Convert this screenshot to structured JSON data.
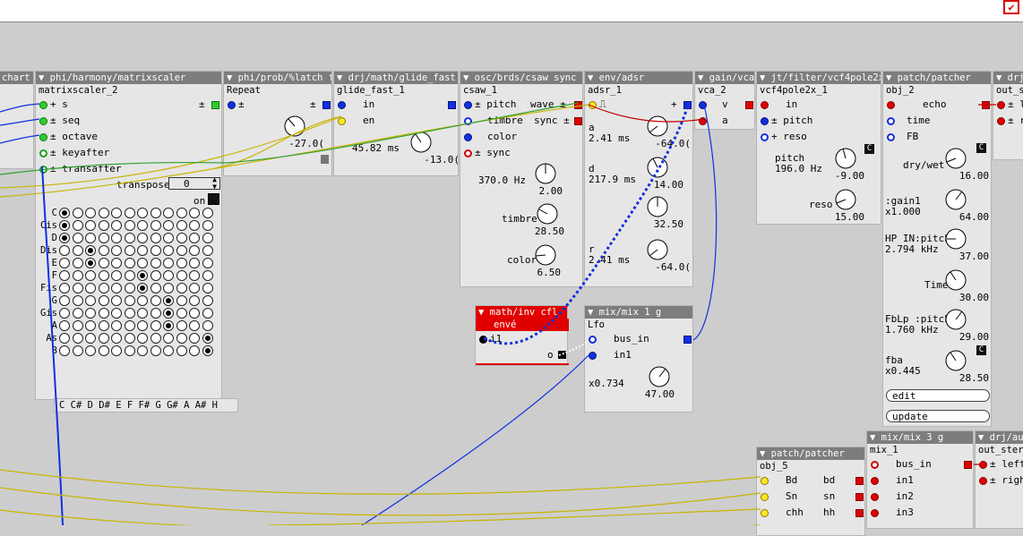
{
  "titlebar": {
    "checked_icon": "✔"
  },
  "objects": {
    "harmony": {
      "header": "▼ phi/harmony/matrixscaler",
      "name": "matrixscaler_2",
      "ports": [
        "s",
        "seq",
        "octave",
        "keyafter",
        "transafter"
      ],
      "transpose_label": "transpose",
      "transpose_value": "0",
      "on_label": "on",
      "notes": [
        "C",
        "Cis",
        "D",
        "Dis",
        "E",
        "F",
        "Fis",
        "G",
        "Gis",
        "A",
        "As",
        "B"
      ],
      "columns": "C  C#  D  D# E  F  F# G  G# A  A# H"
    },
    "chart": {
      "header": "chart b"
    },
    "latch": {
      "header": "▼ phi/prob/%latch f",
      "name": "Repeat",
      "knob": "-27.0("
    },
    "glide": {
      "header": "▼ drj/math/glide_fast",
      "name": "glide_fast_1",
      "in": "in",
      "en": "en",
      "ms": "45.82 ms",
      "knob": "-13.0("
    },
    "csaw": {
      "header": "▼ osc/brds/csaw sync",
      "name": "csaw_1",
      "ports": [
        "pitch",
        "timbre",
        "color",
        "sync"
      ],
      "out_wave": "wave",
      "out_sync": "sync",
      "hz": "370.0 Hz",
      "k1": "2.00",
      "timbre_label": "timbre",
      "k2": "28.50",
      "color_label": "color",
      "k3": "6.50"
    },
    "adsr": {
      "header": "▼ env/adsr",
      "name": "adsr_1",
      "a_label": "a",
      "a_val": "2.41 ms",
      "a_knob": "-64.0(",
      "d_label": "d",
      "d_val": "217.9 ms",
      "d_knob": "14.00",
      "s_knob": "32.50",
      "r_label": "r",
      "r_val": "2.41 ms",
      "r_knob": "-64.0("
    },
    "vca": {
      "header": "▼ gain/vca",
      "name": "vca_2",
      "v": "v",
      "a": "a"
    },
    "filter": {
      "header": "▼ jt/filter/vcf4pole2x",
      "name": "vcf4pole2x_1",
      "in": "in",
      "pitch": "pitch",
      "reso": "reso",
      "pitch_label": "pitch",
      "pitch_val": "196.0 Hz",
      "pitch_knob": "-9.00",
      "reso_label": "reso",
      "reso_knob": "15.00"
    },
    "patcher": {
      "header": "▼ patch/patcher",
      "name": "obj_2",
      "echo": "echo",
      "time": "time",
      "fb": "FB",
      "drywet": "dry/wet",
      "drywet_val": "16.00",
      "gain_label": ":gain1",
      "gain_val": "x1.000",
      "gain_knob": "64.00",
      "hpin_label": "HP IN:pitch",
      "hpin_val": "2.794 kHz",
      "hpin_knob": "37.00",
      "time_label": "Time",
      "time_knob": "30.00",
      "fblp_label": "FbLp :pitch",
      "fblp_val": "1.760 kHz",
      "fblp_knob": "29.00",
      "fba_label": "fba",
      "fba_val": "x0.445",
      "fba_knob": "28.50",
      "edit": "edit",
      "update": "update"
    },
    "outs": {
      "header": "▼ drj/",
      "name": "out_st"
    },
    "inv": {
      "header": "▼ math/inv cfl",
      "label": "envé",
      "i1": "i1",
      "o": "o"
    },
    "mix1": {
      "header": "▼ mix/mix 1 g",
      "name": "Lfo",
      "bus_in": "bus_in",
      "in1": "in1",
      "gain": "x0.734",
      "knob": "47.00"
    },
    "patcher2": {
      "header": "▼ patch/patcher",
      "name": "obj_5",
      "ports": [
        "Bd",
        "Sn",
        "chh"
      ],
      "outs": [
        "bd",
        "sn",
        "hh"
      ]
    },
    "mix3": {
      "header": "▼ mix/mix 3 g",
      "name": "mix_1",
      "ports": [
        "bus_in",
        "in1",
        "in2",
        "in3"
      ]
    },
    "audio": {
      "header": "▼ drj/aud",
      "name": "out_stere",
      "left": "left",
      "right": "righ"
    }
  },
  "colors": {
    "header_bg": "#7d7d7d",
    "obj_bg": "#e6e6e6",
    "canvas": "#cdcdcd",
    "audio_wire": "#1030e0",
    "ctrl_wire": "#c8b400",
    "bool_wire": "#2fa02f"
  }
}
